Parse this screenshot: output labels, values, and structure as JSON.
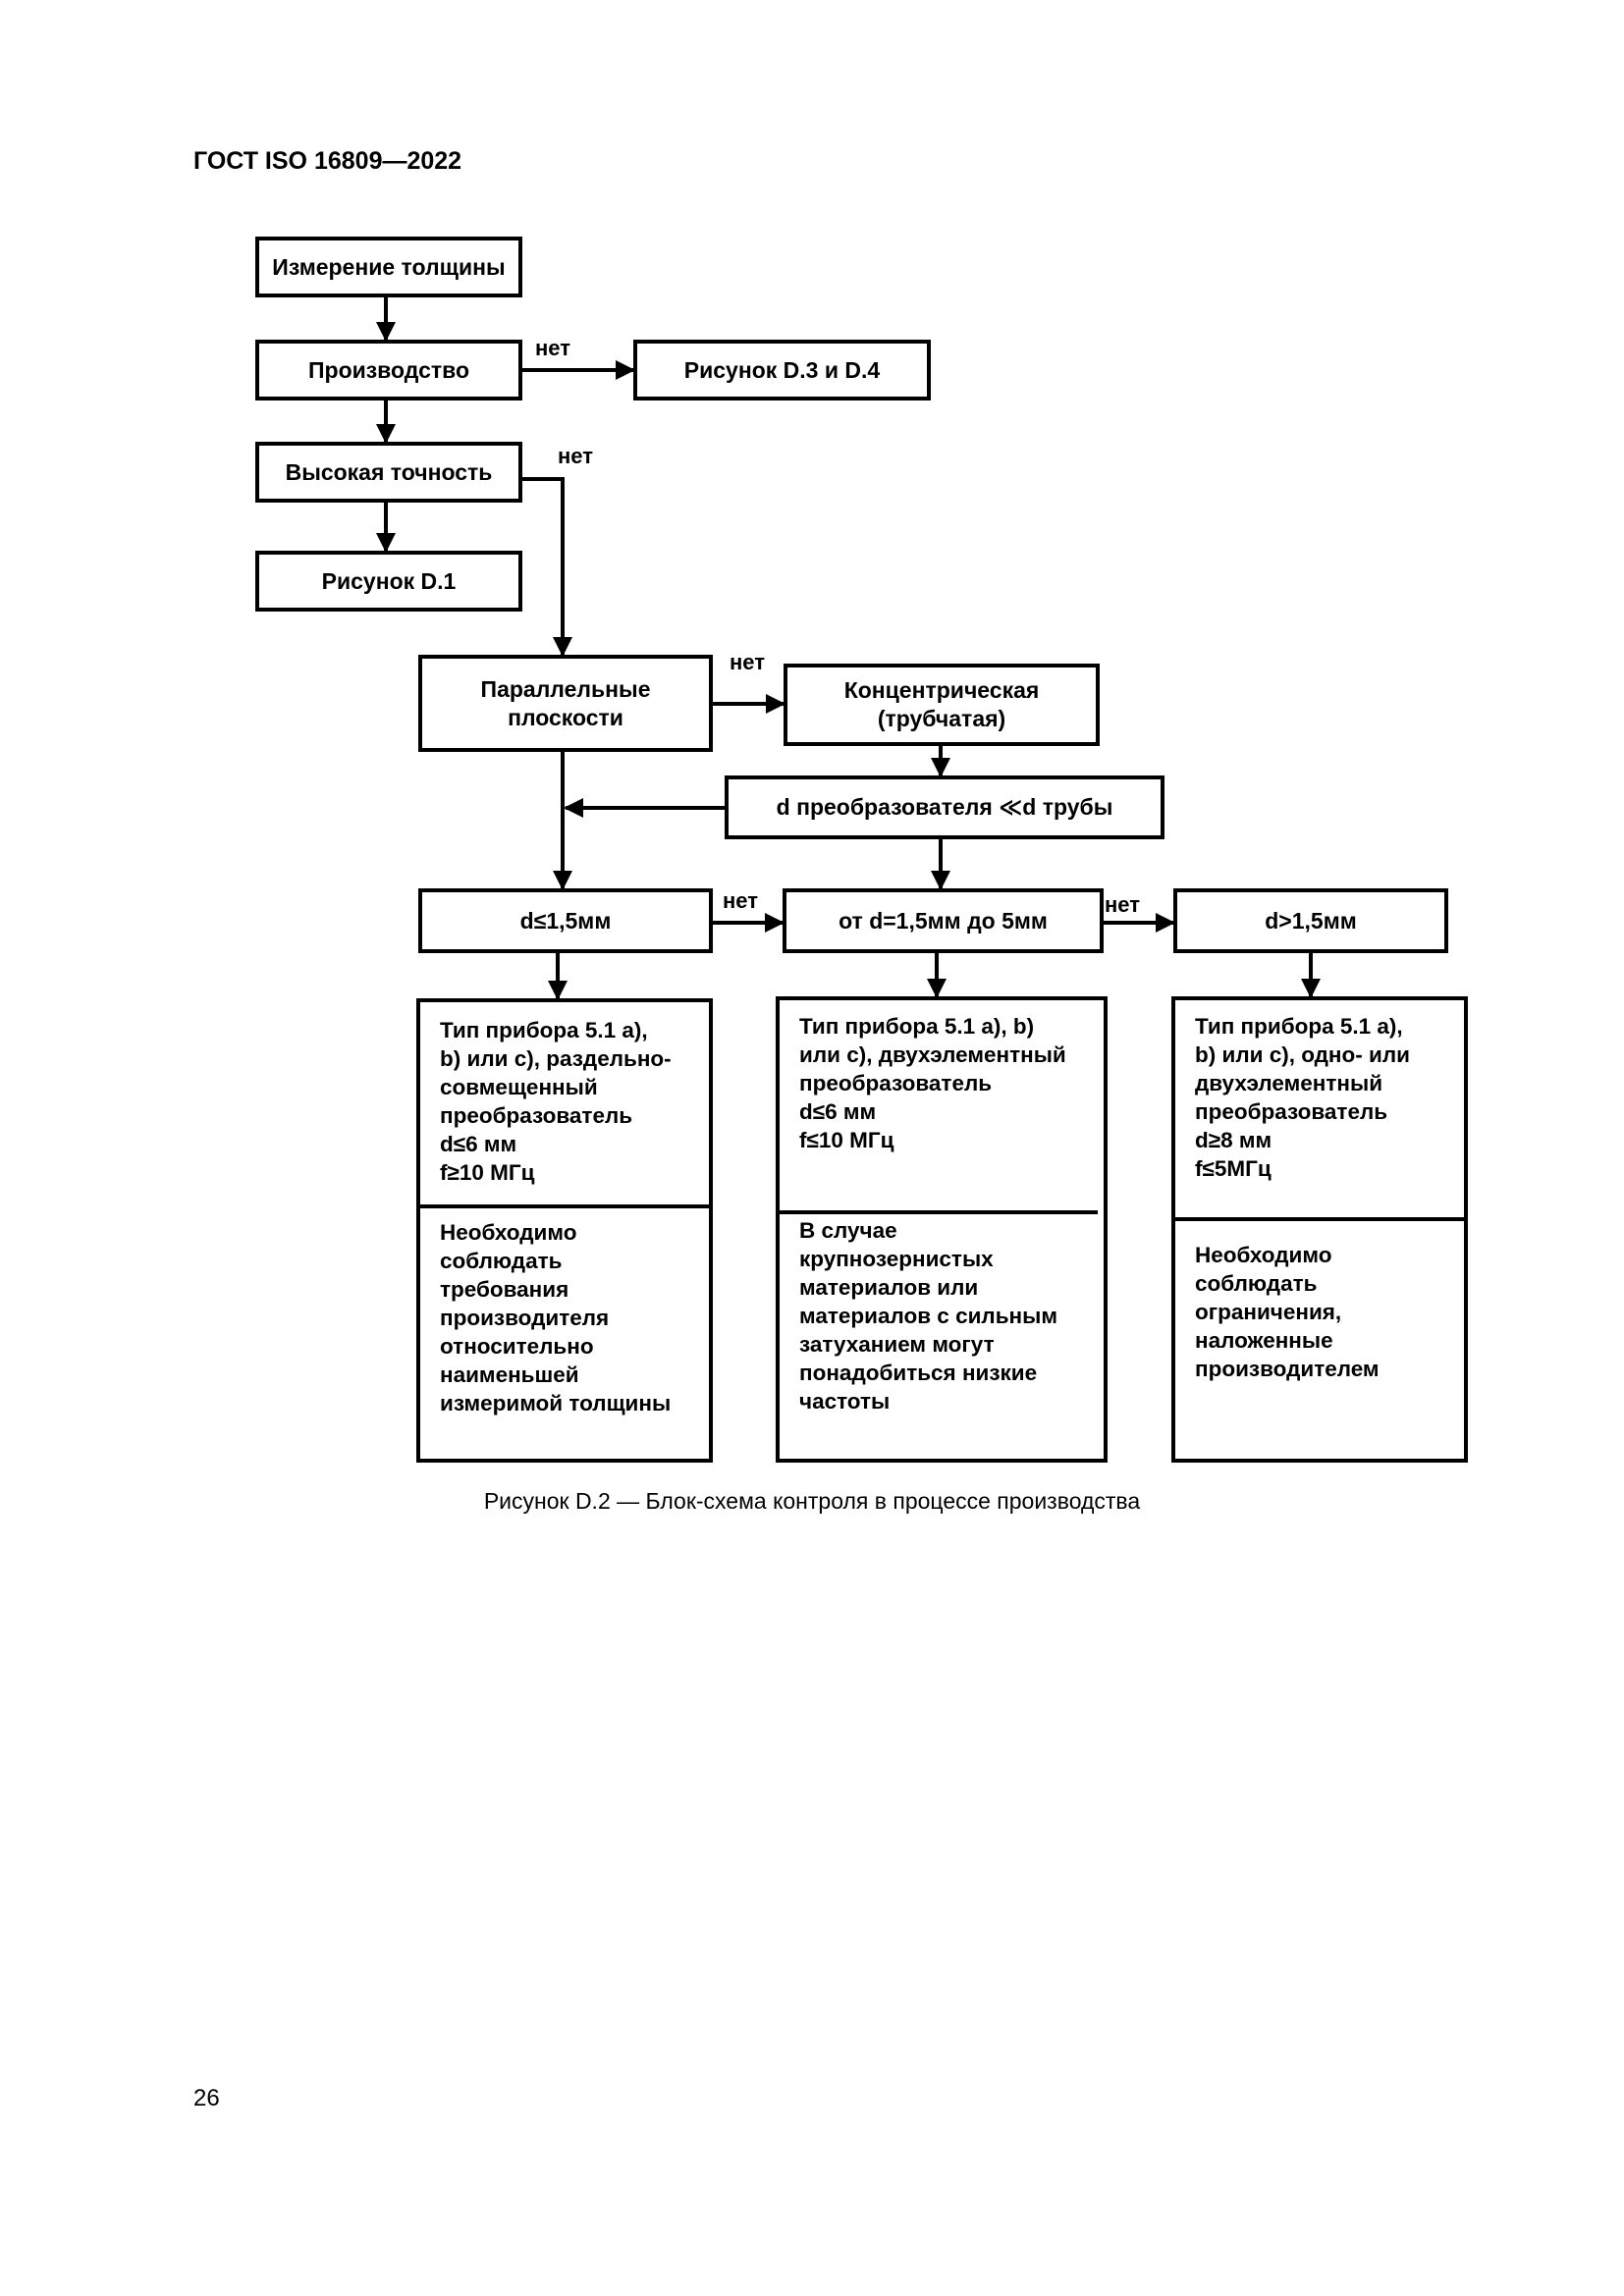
{
  "header": {
    "doc_code": "ГОСТ ISO 16809—2022"
  },
  "nodes": {
    "thickness": "Измерение толщины",
    "production": "Производство",
    "fig_d3d4": "Рисунок D.3 и D.4",
    "high_precision": "Высокая точность",
    "fig_d1": "Рисунок D.1",
    "parallel": "Параллельные плоскости",
    "concentric": "Концентрическая (трубчатая)",
    "transducer_vs_pipe": "d преобразователя ≪d трубы",
    "d_small": "d≤1,5мм",
    "d_mid": "от d=1,5мм до 5мм",
    "d_large": "d>1,5мм"
  },
  "labels": {
    "no": "нет"
  },
  "panels": {
    "left": {
      "spec": [
        "Тип прибора 5.1 а),",
        "b) или с), раздельно-",
        "совмещенный",
        "преобразователь",
        "d≤6 мм",
        "f≥10 МГц"
      ],
      "note": [
        "Необходимо",
        "соблюдать",
        "требования",
        "производителя",
        "относительно",
        "наименьшей",
        "измеримой толщины"
      ]
    },
    "middle": {
      "spec": [
        "Тип прибора 5.1 а), b)",
        "или с), двухэлементный",
        "преобразователь",
        "d≤6 мм",
        "f≤10 МГц"
      ],
      "note": [
        "В случае",
        "крупнозернистых",
        "материалов или",
        "материалов с сильным",
        "затуханием могут",
        "понадобиться низкие",
        "частоты"
      ]
    },
    "right": {
      "spec": [
        "Тип прибора 5.1 а),",
        "b) или с), одно- или",
        "двухэлементный",
        "преобразователь",
        "d≥8 мм",
        "f≤5МГц"
      ],
      "note": [
        "Необходимо",
        "соблюдать",
        "ограничения,",
        "наложенные",
        "производителем"
      ]
    }
  },
  "caption": "Рисунок D.2 — Блок-схема контроля в процессе производства",
  "page_number": "26"
}
